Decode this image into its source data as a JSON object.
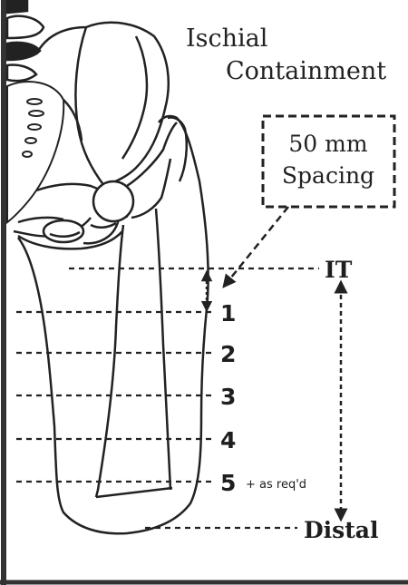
{
  "title": {
    "line1": "Ischial",
    "line2": "Containment"
  },
  "spacing_box": {
    "line1": "50 mm",
    "line2": "Spacing"
  },
  "markers": {
    "top": "IT",
    "bottom": "Distal"
  },
  "levels": [
    {
      "label": "1"
    },
    {
      "label": "2"
    },
    {
      "label": "3"
    },
    {
      "label": "4"
    },
    {
      "label": "5"
    }
  ],
  "level_note": "+ as req'd",
  "colors": {
    "line": "#222222",
    "background": "#ffffff"
  }
}
